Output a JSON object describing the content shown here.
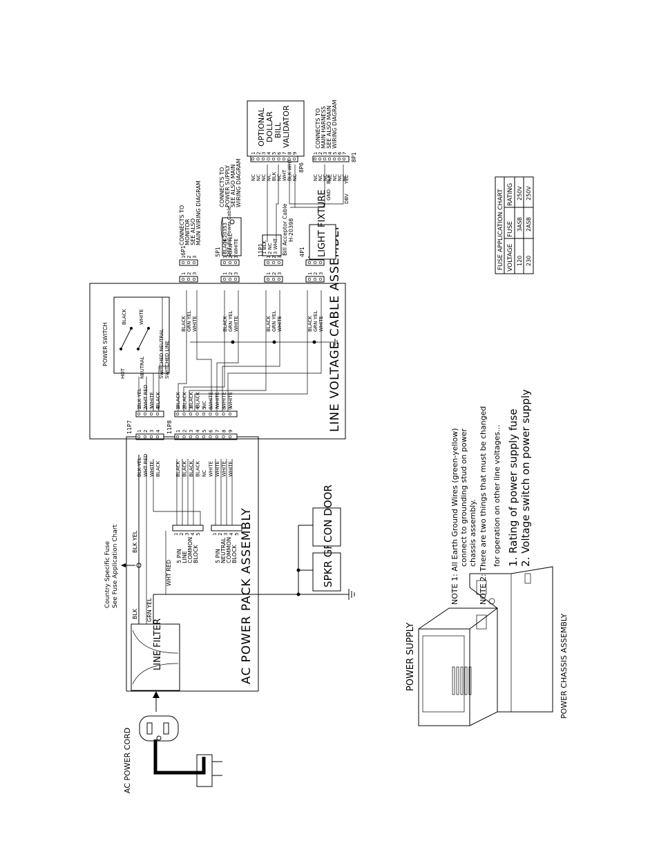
{
  "labels": {
    "ac_power_cord": "AC POWER CORD",
    "line_filter": "LINE FILTER",
    "ac_power_pack": "AC POWER PACK ASSEMBLY",
    "country_fuse_1": "Country Specific Fuse",
    "country_fuse_2": "See Fuse Application Chart",
    "blk": "BLK",
    "grn_yel": "GRN YEL",
    "blk_yel": "BLK YEL",
    "wht_red": "WHT RED",
    "five_pin_line_1": "5 PIN",
    "five_pin_line_2": "LINE",
    "five_pin_line_3": "COMMON",
    "five_pin_line_4": "BLOCK",
    "five_pin_neutral_1": "5 PIN",
    "five_pin_neutral_2": "NEUTRAL",
    "five_pin_neutral_3": "COMMON",
    "five_pin_neutral_4": "BLOCK",
    "spkr_grille": "SPKR GRILLE",
    "con_door": "CON DOOR",
    "line_voltage_cable": "LINE VOLTAGE CABLE ASSEMBLY",
    "power_switch": "POWER SWITCH",
    "hot": "HOT",
    "neutral": "NEUTRAL",
    "switched_neutral": "SWITCHED NEUTRAL",
    "switched_line": "SWITCHED LINE",
    "black": "BLACK",
    "white": "WHITE",
    "conn_11p7": "11P7",
    "conn_11p8": "11P8",
    "conn_6p1": "6P1",
    "conn_5p1": "5P1",
    "conn_11p1": "11P1",
    "conn_4p1": "4P1",
    "conn_8p6": "8P6",
    "conn_8p1": "8P1",
    "monitor_note_1": "CONNECTS TO",
    "monitor_note_2": "MONITOR",
    "monitor_note_3": "SEE ALSO",
    "monitor_note_4": "MAIN WIRING DIAGRAM",
    "power_cable_1": "2FT IEC Power Cable",
    "power_cable_2": "H-20353",
    "psu_note_1": "CONNECTS TO",
    "psu_note_2": "POWER SUPPLY",
    "psu_note_3": "SEE ALSO MAIN",
    "psu_note_4": "WIRING DIAGRAM",
    "bill_cable_1": "Bill Acceptor Cable",
    "bill_cable_2": "H-20398",
    "light_fixture": "LIGHT FIXTURE",
    "optional_bill_1": "OPTIONAL",
    "optional_bill_2": "DOLLAR",
    "optional_bill_3": "BILL",
    "optional_bill_4": "VALIDATOR",
    "harness_note_1": "CONNECTS TO",
    "harness_note_2": "MAIN HARNESS",
    "harness_note_3": "SEE ALSO MAIN",
    "harness_note_4": "WIRING DIAGRAM",
    "nc": "NC",
    "wht": "WHT",
    "blk_wht": "BLK WHT",
    "gnd": "GND",
    "dbv": "DBV",
    "yel": "YEL",
    "power_supply": "POWER SUPPLY",
    "power_chassis": "POWER CHASSIS ASSEMBLY",
    "note1_1": "NOTE 1: All Earth Ground Wires (green-yellow)",
    "note1_2": "connect to grounding stud on power",
    "note1_3": "chassis assembly.",
    "note2_1": "NOTE 2: There are two things that must be changed",
    "note2_2": "for operation on other line voltages...",
    "note2_3": "1.  Rating of power supply fuse",
    "note2_4": "2.  Voltage switch on power supply"
  },
  "connectors": {
    "p7_wires": [
      "BLK YEL",
      "WHT RED",
      "WHITE",
      "BLACK"
    ],
    "p8_wires_in": [
      "BLACK",
      "BLACK",
      "BLACK",
      "BLACK",
      "NC",
      "WHITE",
      "WHITE",
      "WHITE",
      "WHITE"
    ],
    "p8_wires_out": [
      "BLACK",
      "BLACK",
      "BLACK",
      "BLACK",
      "NC",
      "WHITE",
      "WHITE",
      "WHITE",
      "WHITE"
    ],
    "p6_wires": [
      "BLACK",
      "GRN YEL",
      "WHITE"
    ],
    "p5_wires": [
      "BLACK",
      "GRN YEL",
      "WHITE"
    ],
    "p11_wires": [
      "BLACK",
      "GRN YEL",
      "WHITE"
    ],
    "p4_wires": [
      "BLACK",
      "GRN YEL",
      "WHITE"
    ],
    "p5_out": [
      "BLACK",
      "GRN YEL",
      "WHITE"
    ],
    "p11_out": [
      "BLK",
      "NC",
      "WHT"
    ],
    "p11_out_pins": [
      "1",
      "2",
      "3"
    ],
    "pins3": [
      "1",
      "2",
      "3"
    ],
    "pins4": [
      "1",
      "2",
      "3",
      "4"
    ],
    "pins5": [
      "1",
      "2",
      "3",
      "4",
      "5"
    ],
    "pins9": [
      "1",
      "2",
      "3",
      "4",
      "5",
      "6",
      "7",
      "8",
      "9"
    ],
    "p86_wires": [
      "NC",
      "NC",
      "NC",
      "NC",
      "BLK",
      "NC",
      "WHT",
      "BLK WHT",
      "NC"
    ],
    "p81_wires": [
      "NC",
      "NC",
      "NC",
      "NC",
      "NC",
      "NC",
      "NC"
    ]
  },
  "fuse_chart": {
    "title": "FUSE APPLICATION CHART",
    "headers": [
      "VOLTAGE",
      "FUSE",
      "RATING"
    ],
    "rows": [
      [
        "120",
        "3ASB",
        "250V"
      ],
      [
        "230",
        "2ASB",
        "250V"
      ]
    ]
  }
}
